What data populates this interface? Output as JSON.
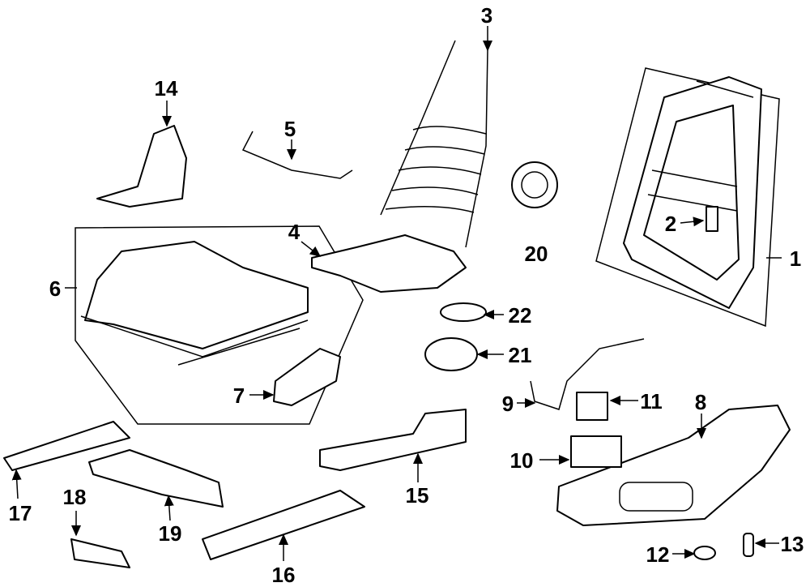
{
  "diagram": {
    "type": "exploded-parts-diagram",
    "callouts": [
      "1",
      "2",
      "3",
      "4",
      "5",
      "6",
      "7",
      "8",
      "9",
      "10",
      "11",
      "12",
      "13",
      "14",
      "15",
      "16",
      "17",
      "18",
      "19",
      "20",
      "21",
      "22"
    ],
    "colors": {
      "line": "#000000",
      "background": "#ffffff"
    }
  }
}
